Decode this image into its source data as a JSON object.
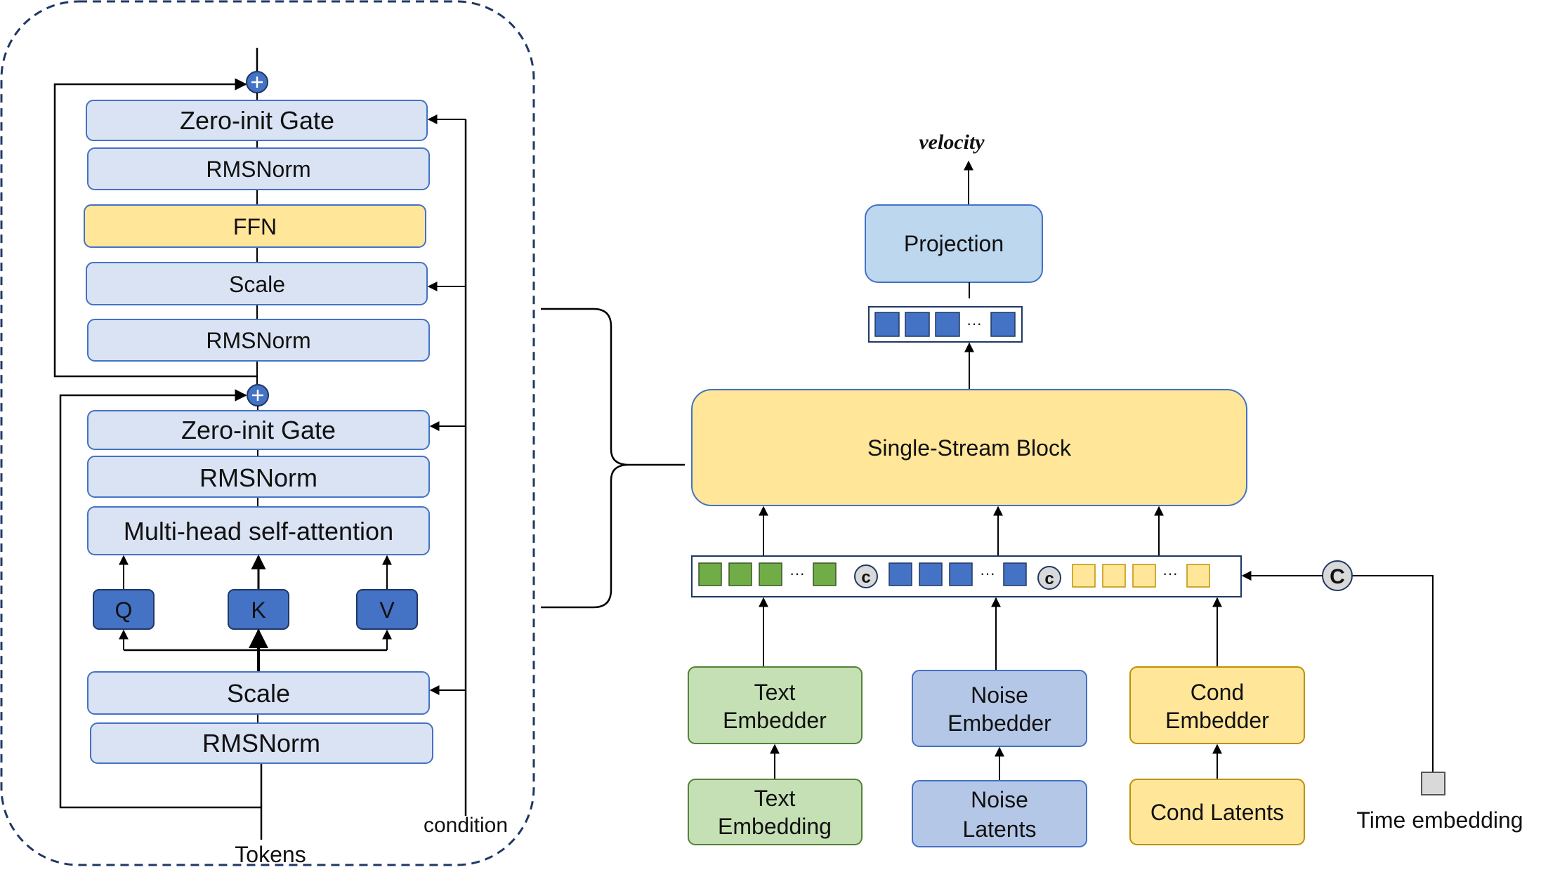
{
  "colors": {
    "light_blue": "#dae3f3",
    "blue_border": "#4472c4",
    "yellow": "#ffe699",
    "yellow_border": "#bf9000",
    "dark_blue": "#4472c4",
    "green_light": "#c5e0b4",
    "green_border": "#548235",
    "green_token": "#70ad47",
    "periwinkle": "#b4c7e7",
    "projection": "#bdd7ee",
    "gray_box": "#d9d9d9",
    "line": "#000000",
    "dashed": "#1f3864"
  },
  "left_block": {
    "upper": {
      "zero_init_gate": "Zero-init Gate",
      "rmsnorm_top": "RMSNorm",
      "ffn": "FFN",
      "scale": "Scale",
      "rmsnorm_bottom": "RMSNorm"
    },
    "lower": {
      "zero_init_gate": "Zero-init Gate",
      "rmsnorm": "RMSNorm",
      "attention": "Multi-head self-attention",
      "q": "Q",
      "k": "K",
      "v": "V",
      "scale": "Scale",
      "rmsnorm_bottom": "RMSNorm"
    },
    "condition_label": "condition",
    "tokens_label": "Tokens"
  },
  "right_block": {
    "velocity": "velocity",
    "projection": "Projection",
    "single_stream": "Single-Stream Block",
    "ellipsis": "···",
    "concat_small": "c",
    "concat_large": "C",
    "text_embedder": [
      "Text",
      "Embedder"
    ],
    "noise_embedder": [
      "Noise",
      "Embedder"
    ],
    "cond_embedder": [
      "Cond",
      "Embedder"
    ],
    "text_embedding": [
      "Text",
      "Embedding"
    ],
    "noise_latents": [
      "Noise",
      "Latents"
    ],
    "cond_latents": "Cond Latents",
    "time_embedding": "Time embedding"
  }
}
